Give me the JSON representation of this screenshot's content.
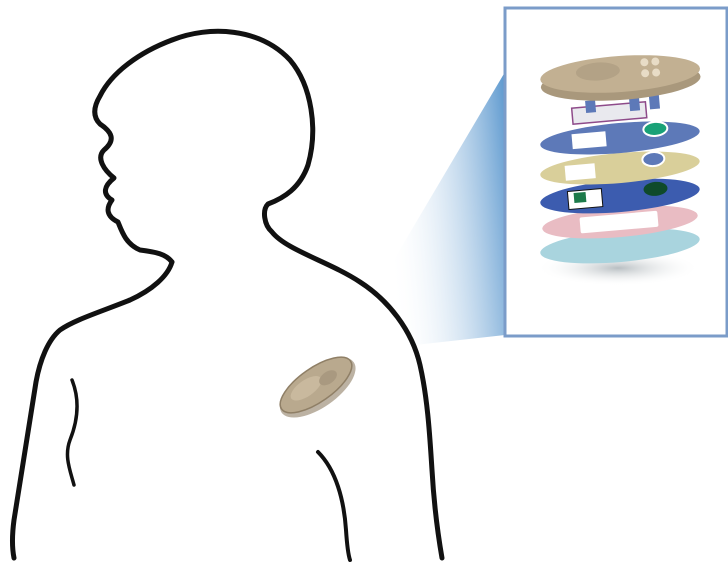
{
  "figure": {
    "subject": "human-upper-body-outline",
    "device": "wearable-skin-patch",
    "callout": "exploded-layer-view",
    "colors": {
      "outline": "#111111",
      "inset_border": "#7b9cc9",
      "beam_start": "#3f86c6",
      "beam_end": "#ffffff",
      "patch": "#b9a98e",
      "patch_edge": "#8f7f66"
    },
    "layers": [
      {
        "name": "top-cover",
        "color": "#c2b092"
      },
      {
        "name": "electronics-layer",
        "color": "#e9e9ee"
      },
      {
        "name": "circuit-layer-1",
        "color": "#5d79b8"
      },
      {
        "name": "adhesive-layer",
        "color": "#d9cf9a"
      },
      {
        "name": "circuit-layer-2",
        "color": "#3c5caf"
      },
      {
        "name": "spacer-layer",
        "color": "#e9bcc3"
      },
      {
        "name": "base-layer",
        "color": "#a9d4de"
      }
    ]
  }
}
